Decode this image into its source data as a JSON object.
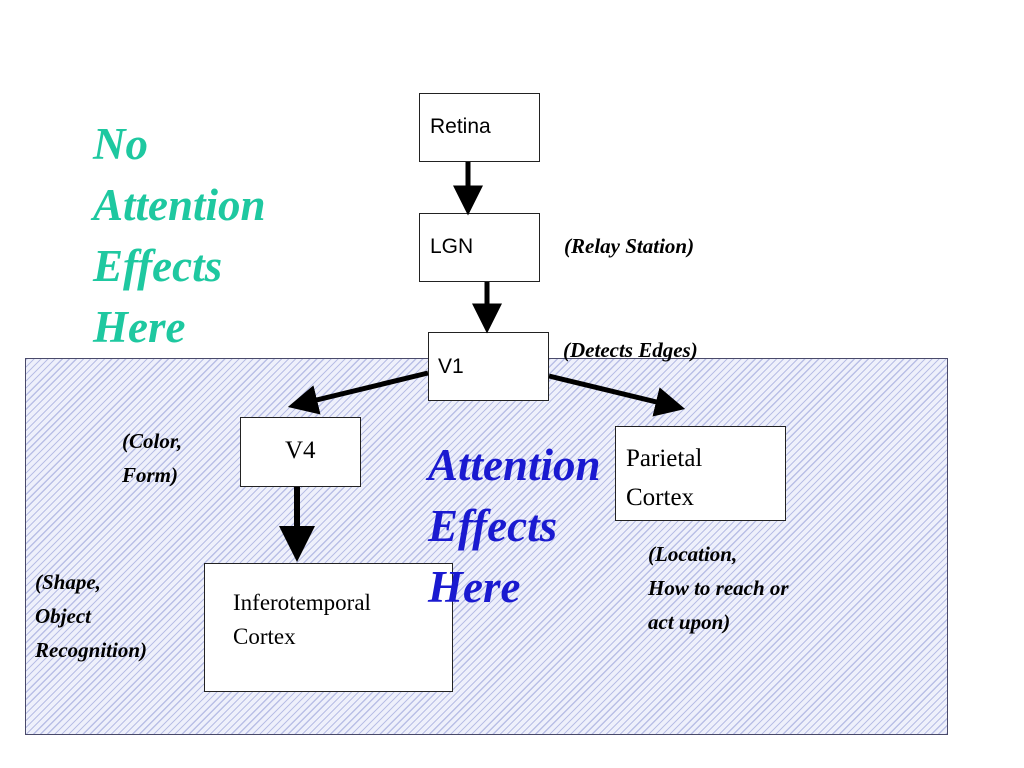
{
  "colors": {
    "no_attention": "#1ec8a0",
    "attention": "#1a1ad0",
    "hatch_fill": "#eef0fb",
    "hatch_line": "#b9bfe6",
    "arrow": "#000000"
  },
  "nodes": {
    "retina": "Retina",
    "lgn": "LGN",
    "v1": "V1",
    "v4": "V4",
    "parietal": [
      "Parietal",
      "Cortex"
    ],
    "inferotemporal": [
      "Inferotemporal",
      "Cortex"
    ]
  },
  "notes": {
    "lgn": "(Relay Station)",
    "v1": "(Detects Edges)",
    "v4": [
      "(Color,",
      "Form)"
    ],
    "inferotemporal": [
      "(Shape,",
      "Object",
      "Recognition)"
    ],
    "parietal": [
      "(Location,",
      "How to reach or",
      "act upon)"
    ]
  },
  "labels": {
    "no_attention": [
      "No",
      "Attention",
      "Effects",
      "Here"
    ],
    "attention": [
      "Attention",
      "Effects",
      "Here"
    ]
  },
  "edges": [
    {
      "from": "Retina",
      "to": "LGN"
    },
    {
      "from": "LGN",
      "to": "V1"
    },
    {
      "from": "V1",
      "to": "V4"
    },
    {
      "from": "V1",
      "to": "Parietal Cortex"
    },
    {
      "from": "V4",
      "to": "Inferotemporal Cortex"
    }
  ]
}
